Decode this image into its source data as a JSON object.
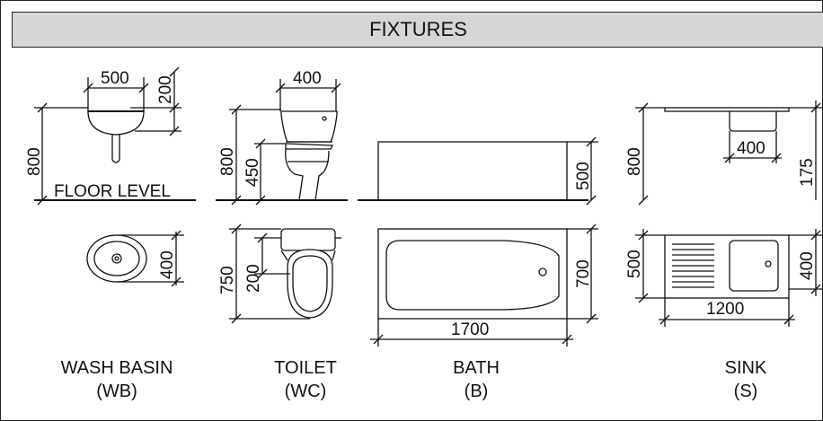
{
  "header": {
    "title": "FIXTURES"
  },
  "fixtures": {
    "wash_basin": {
      "name": "WASH BASIN",
      "code": "(WB)",
      "dims": {
        "width": "500",
        "depth": "200",
        "height": "800",
        "plan": "400"
      }
    },
    "toilet": {
      "name": "TOILET",
      "code": "(WC)",
      "dims": {
        "width": "400",
        "height": "800",
        "seat": "450",
        "plan_length": "750",
        "tank": "200"
      }
    },
    "bath": {
      "name": "BATH",
      "code": "(B)",
      "dims": {
        "height": "500",
        "width": "700",
        "length": "1700"
      }
    },
    "sink": {
      "name": "SINK",
      "code": "(S)",
      "dims": {
        "height": "800",
        "bowl": "400",
        "depth": "175",
        "plan_width": "500",
        "plan_bowl": "400",
        "length": "1200"
      }
    }
  },
  "floor_label": "FLOOR LEVEL"
}
